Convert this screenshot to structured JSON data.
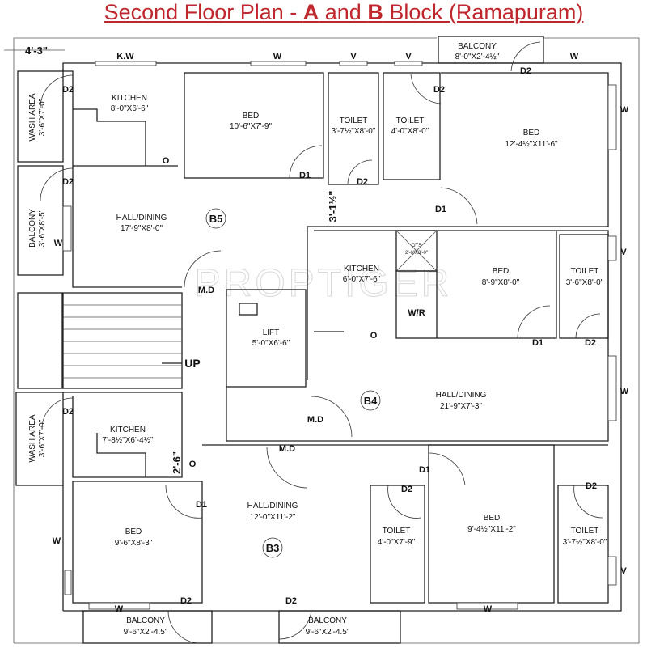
{
  "title": {
    "prefix": "Second Floor Plan - ",
    "a": "A",
    "and": " and ",
    "b": "B",
    "suffix": " Block (Ramapuram)"
  },
  "watermark": "PROPTIGER",
  "rooms": [
    {
      "name": "WASH AREA",
      "size": "3'-6\"X7'-0\""
    },
    {
      "name": "KITCHEN",
      "size": "8'-0\"X6'-6\""
    },
    {
      "name": "BED",
      "size": "10'-6\"X7'-9\""
    },
    {
      "name": "TOILET",
      "size": "3'-7½\"X8'-0\""
    },
    {
      "name": "TOILET",
      "size": "4'-0\"X8'-0\""
    },
    {
      "name": "BED",
      "size": "12'-4½\"X11'-6\""
    },
    {
      "name": "BALCONY",
      "size": "8'-0\"X2'-4½\""
    },
    {
      "name": "BALCONY",
      "size": "3'-6\"X8'-5\""
    },
    {
      "name": "HALL/DINING",
      "size": "17'-9\"X8'-0\""
    },
    {
      "name": "LIFT",
      "size": "5'-0\"X6'-6\""
    },
    {
      "name": "KITCHEN",
      "size": "6'-0\"X7'-6\""
    },
    {
      "name": "OTS",
      "size": "2'-6\"X3'-0\""
    },
    {
      "name": "BED",
      "size": "8'-9\"X8'-0\""
    },
    {
      "name": "TOILET",
      "size": "3'-6\"X8'-0\""
    },
    {
      "name": "HALL/DINING",
      "size": "21'-9\"X7'-3\""
    },
    {
      "name": "WASH AREA",
      "size": "3'-6\"X7'-0\""
    },
    {
      "name": "KITCHEN",
      "size": "7'-8½\"X6'-4½\""
    },
    {
      "name": "BED",
      "size": "9'-6\"X8'-3\""
    },
    {
      "name": "HALL/DINING",
      "size": "12'-0\"X11'-2\""
    },
    {
      "name": "TOILET",
      "size": "4'-0\"X7'-9\""
    },
    {
      "name": "BED",
      "size": "9'-4½\"X11'-2\""
    },
    {
      "name": "TOILET",
      "size": "3'-7½\"X8'-0\""
    },
    {
      "name": "BALCONY",
      "size": "9'-6\"X2'-4.5\""
    },
    {
      "name": "BALCONY",
      "size": "9'-6\"X2'-4.5\""
    },
    {
      "name": "W/R",
      "size": ""
    }
  ],
  "units": [
    "B5",
    "B4",
    "B3"
  ],
  "doors": [
    "D2",
    "D2",
    "O",
    "D1",
    "D2",
    "D2",
    "D2",
    "D1",
    "M.D",
    "UP",
    "O",
    "D1",
    "D2",
    "M.D",
    "M.D",
    "D2",
    "O",
    "D1",
    "D1",
    "D2",
    "D2",
    "D2",
    "D2"
  ],
  "windows": [
    "K.W",
    "W",
    "V",
    "V",
    "W",
    "W",
    "V",
    "W",
    "W",
    "V",
    "W",
    "W",
    "W"
  ],
  "dimensions": [
    "4'-3\"",
    "3'-1½\"",
    "2'-6\""
  ]
}
